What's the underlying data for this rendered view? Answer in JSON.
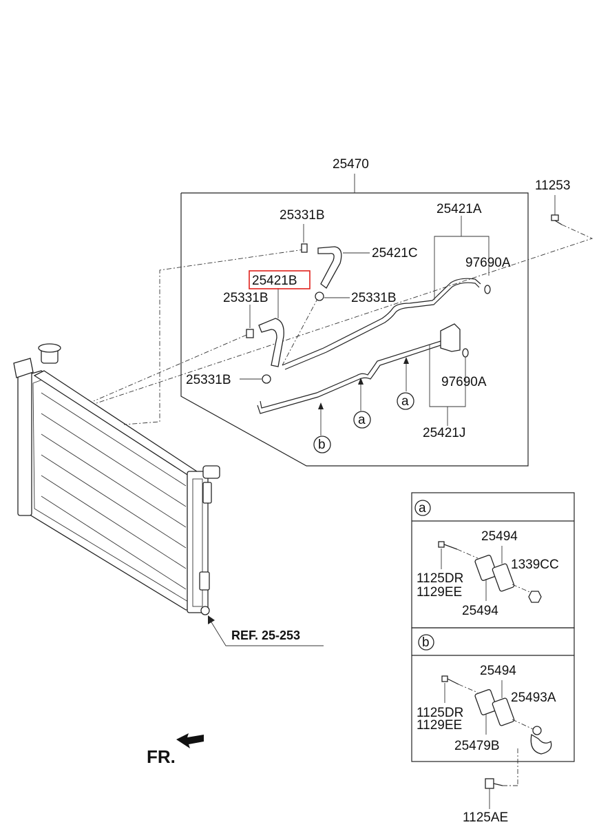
{
  "labels": {
    "assy_25470": "25470",
    "bolt_11253": "11253",
    "clamp_25331b_top": "25331B",
    "hose_25421a": "25421A",
    "hose_25421c": "25421C",
    "oring_97690a_top": "97690A",
    "hose_25421b": "25421B",
    "clamp_25331b_left": "25331B",
    "clamp_25331b_mid": "25331B",
    "clamp_25331b_bottom": "25331B",
    "oring_97690a_bottom": "97690A",
    "pipe_25421j": "25421J",
    "ref": "REF. 25-253",
    "fr": "FR."
  },
  "callouts": {
    "a": "a",
    "b": "b"
  },
  "detail_a": {
    "header": "a",
    "bracket_top": "25494",
    "bolt_1": "1125DR",
    "bolt_2": "1129EE",
    "nut": "1339CC",
    "bracket_bottom": "25494"
  },
  "detail_b": {
    "header": "b",
    "bracket_top": "25494",
    "bolt_1": "1125DR",
    "bolt_2": "1129EE",
    "clamp": "25493A",
    "holder": "25479B"
  },
  "bottom_bolt": "1125AE",
  "colors": {
    "highlight": "#e0201b",
    "line": "#222222"
  }
}
